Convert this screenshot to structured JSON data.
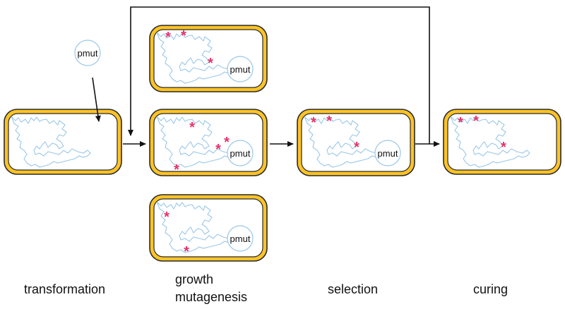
{
  "colors": {
    "cell_fill": "#fdc326",
    "cell_inner": "#ffffff",
    "cell_stroke": "#2a2a2a",
    "chromosome": "#9ac7e8",
    "plasmid": "#9ac7e8",
    "mutation": "#e8326a",
    "arrow": "#111111"
  },
  "plasmid_label": "pmut",
  "mutation_symbol": "*",
  "steps": {
    "transformation": "transformation",
    "growth": "growth",
    "mutagenesis": "mutagenesis",
    "selection": "selection",
    "curing": "curing"
  },
  "cells": [
    {
      "id": "transformation",
      "mutation_count": 0,
      "has_plasmid": false
    },
    {
      "id": "growth-top",
      "mutation_count": 3,
      "has_plasmid": true
    },
    {
      "id": "growth-middle",
      "mutation_count": 4,
      "has_plasmid": true
    },
    {
      "id": "growth-bottom",
      "mutation_count": 2,
      "has_plasmid": true
    },
    {
      "id": "selection",
      "mutation_count": 3,
      "has_plasmid": true
    },
    {
      "id": "curing",
      "mutation_count": 3,
      "has_plasmid": false
    }
  ],
  "free_plasmid": {
    "has_plasmid": true
  }
}
